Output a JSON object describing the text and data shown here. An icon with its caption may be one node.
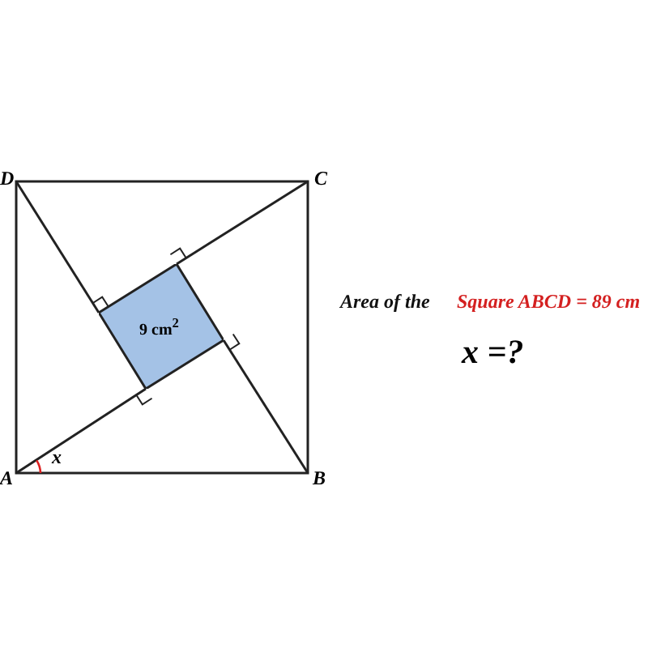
{
  "diagram": {
    "nodes": [
      {
        "text": [
          "9 cm$^{2}$"
        ]
      }
    ],
    "labels": [
      "D",
      "C",
      "Area of the",
      "Square ABCD = 89 cm",
      "x =?",
      "A",
      "x",
      "B"
    ]
  }
}
